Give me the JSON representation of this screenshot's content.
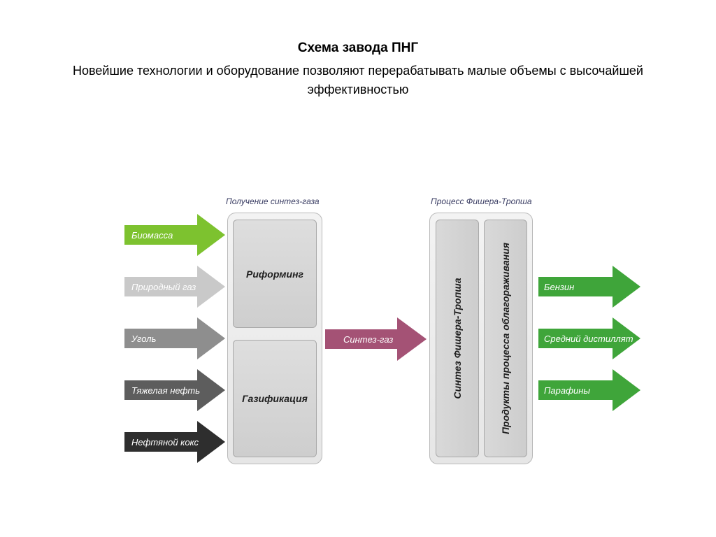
{
  "title": "Схема завода ПНГ",
  "subtitle": "Новейшие технологии и оборудование позволяют перерабатывать малые объемы с высочайшей эффективностью",
  "syngas_section": {
    "label": "Получение синтез-газа",
    "box_top": "Риформинг",
    "box_bottom": "Газификация"
  },
  "fischer_section": {
    "label": "Процесс Фишера-Тропша",
    "col1": "Синтез Фишера-Тропша",
    "col2": "Продукты процесса облагораживания"
  },
  "inputs": [
    {
      "label": "Биомасса",
      "color": "#7dc22f"
    },
    {
      "label": "Природный газ",
      "color": "#c9c9c9"
    },
    {
      "label": "Уголь",
      "color": "#8e8e8e"
    },
    {
      "label": "Тяжелая нефть",
      "color": "#5d5d5d"
    },
    {
      "label": "Нефтяной кокс",
      "color": "#2e2e2e"
    }
  ],
  "middle_arrow": {
    "label": "Синтез-газ",
    "color": "#a45275"
  },
  "outputs": [
    {
      "label": "Бензин",
      "color": "#3fa53a"
    },
    {
      "label": "Средний дистиллят",
      "color": "#3fa53a"
    },
    {
      "label": "Парафины",
      "color": "#3fa53a"
    }
  ]
}
